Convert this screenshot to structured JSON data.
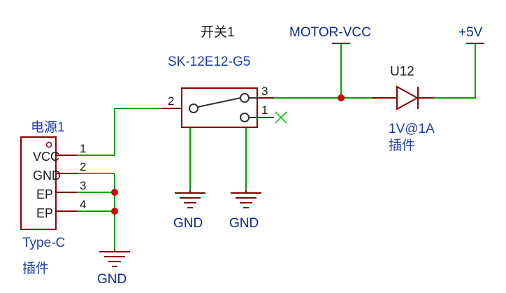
{
  "switch": {
    "designator": "开关1",
    "part_number": "SK-12E12-G5",
    "pins": {
      "p1": "1",
      "p2": "2",
      "p3": "3"
    }
  },
  "power_connector": {
    "designator": "电源1",
    "part_type": "Type-C",
    "package": "插件",
    "pin_names": [
      "VCC",
      "GND",
      "EP",
      "EP"
    ],
    "pin_numbers": [
      "1",
      "2",
      "3",
      "4"
    ]
  },
  "diode": {
    "designator": "U12",
    "value": "1V@1A",
    "package": "插件"
  },
  "nets": {
    "motor_vcc": "MOTOR-VCC",
    "plus5v": "+5V",
    "gnd": "GND"
  },
  "colors": {
    "wire": "#00a000",
    "component": "#8a0000",
    "junction": "#d40000",
    "no_connect": "#33cc33",
    "net_label": "#0b2a8c",
    "designator": "#1e3fa8"
  }
}
